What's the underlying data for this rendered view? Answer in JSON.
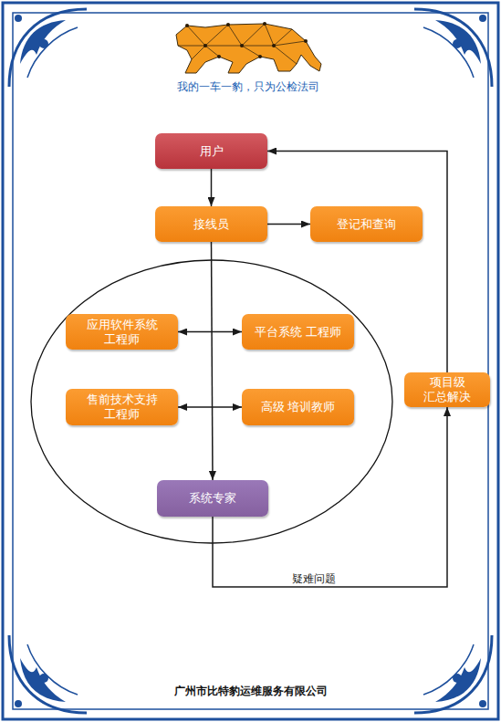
{
  "diagram": {
    "nodes": [
      {
        "text": [
          "用户"
        ]
      },
      {
        "text": [
          "接线员"
        ]
      },
      {
        "text": [
          "登记和查询"
        ]
      },
      {
        "text": [
          "应用软件系统 工程师"
        ]
      },
      {
        "text": [
          "平台系统 工程师"
        ]
      },
      {
        "text": [
          "售前技术支持 工程师"
        ]
      },
      {
        "text": [
          "高级 培训教师"
        ]
      },
      {
        "text": [
          "系统专家"
        ]
      },
      {
        "text": [
          "项目级 汇总解决"
        ]
      }
    ],
    "edges": [
      {
        "from": 0,
        "to": 1,
        "arrow": "to"
      },
      {
        "from": 1,
        "to": 2,
        "arrow": "to"
      },
      {
        "from": 1,
        "to": 7,
        "arrow": "to"
      },
      {
        "from": 3,
        "to": 4,
        "arrow": "both"
      },
      {
        "from": 5,
        "to": 6,
        "arrow": "both"
      },
      {
        "from": 7,
        "to": 8,
        "label": "疑难问题",
        "arrow": "to"
      },
      {
        "from": 8,
        "to": 0,
        "arrow": "to"
      }
    ],
    "labels": [
      "我的一车一豹，只为公检法司",
      "广州市比特豹运维服务有限公司"
    ]
  }
}
